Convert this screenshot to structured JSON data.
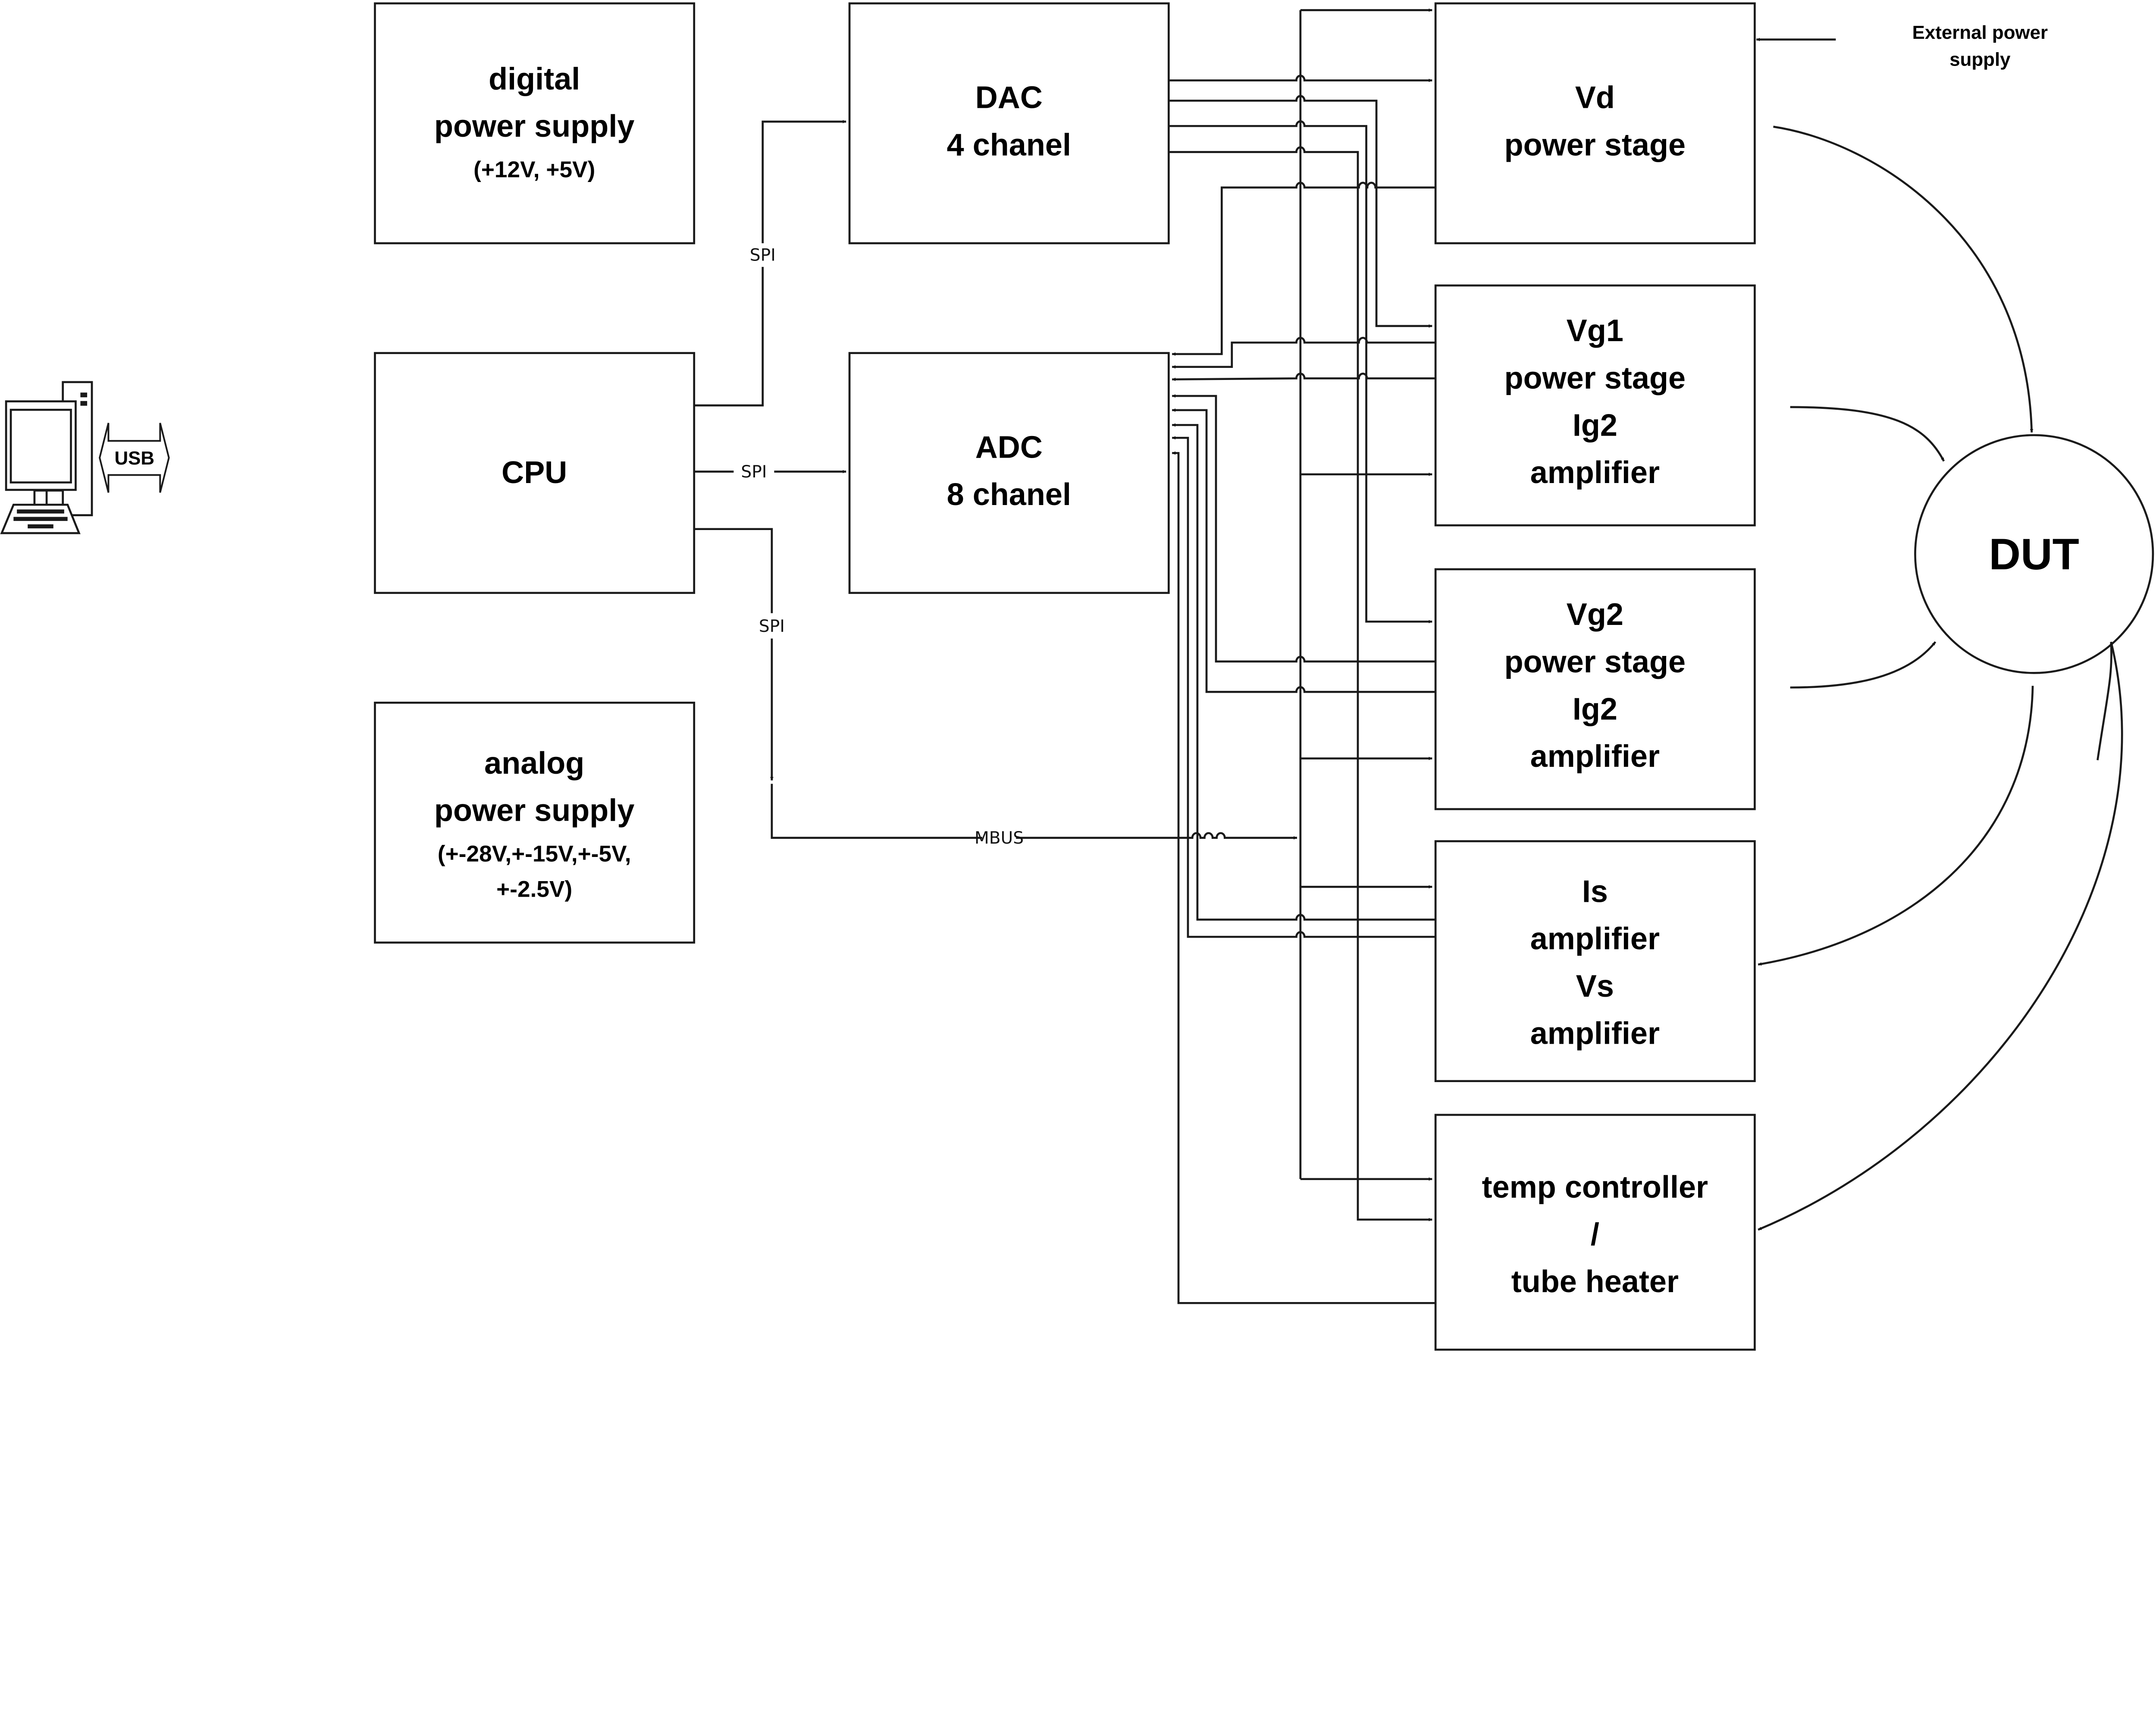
{
  "diagram": {
    "title": "Measurement system block diagram",
    "host": {
      "icon": "desktop-computer-icon",
      "link_label": "USB"
    },
    "blocks": {
      "digital_ps": {
        "lines": [
          "digital",
          "power supply",
          "(+12V, +5V)"
        ]
      },
      "cpu": {
        "lines": [
          "CPU"
        ]
      },
      "analog_ps": {
        "lines": [
          "analog",
          "power supply",
          "(+-28V,+-15V,+-5V,",
          "+-2.5V)"
        ]
      },
      "dac": {
        "lines": [
          "DAC",
          "4 chanel"
        ]
      },
      "adc": {
        "lines": [
          "ADC",
          "8 chanel"
        ]
      },
      "vd": {
        "lines": [
          "Vd",
          "power stage"
        ]
      },
      "vg1": {
        "lines": [
          "Vg1",
          "power stage",
          "Ig2",
          "amplifier"
        ]
      },
      "vg2": {
        "lines": [
          "Vg2",
          "power stage",
          "Ig2",
          "amplifier"
        ]
      },
      "is": {
        "lines": [
          "Is",
          "amplifier",
          "Vs",
          "amplifier"
        ]
      },
      "temp": {
        "lines": [
          "temp controller",
          "/",
          "tube heater"
        ]
      },
      "dut": {
        "lines": [
          "DUT"
        ]
      }
    },
    "bus_labels": {
      "spi_dac": "SPI",
      "spi_adc": "SPI",
      "spi_mbus": "SPI",
      "mbus": "MBUS"
    },
    "external_supply": [
      "External power",
      "supply"
    ],
    "connections": [
      {
        "from": "PC",
        "to": "CPU",
        "label": "USB",
        "direction": "bidirectional"
      },
      {
        "from": "CPU",
        "to": "DAC",
        "label": "SPI"
      },
      {
        "from": "CPU",
        "to": "ADC",
        "label": "SPI"
      },
      {
        "from": "CPU",
        "to": "MBUS",
        "label": "SPI"
      },
      {
        "from": "DAC",
        "to": "Vd power stage"
      },
      {
        "from": "DAC",
        "to": "Vg1 power stage"
      },
      {
        "from": "DAC",
        "to": "Vg2 power stage"
      },
      {
        "from": "MBUS",
        "to": "Vd / Vg1 / Vg2 / Is / temp controller"
      },
      {
        "from": "Vd power stage",
        "to": "ADC"
      },
      {
        "from": "Vg1 power stage",
        "to": "ADC"
      },
      {
        "from": "Vg2 power stage",
        "to": "ADC"
      },
      {
        "from": "Is/Vs amplifier",
        "to": "ADC"
      },
      {
        "from": "temp controller",
        "to": "ADC"
      },
      {
        "from": "External power supply",
        "to": "Vd power stage"
      },
      {
        "from": "Vd power stage",
        "to": "DUT"
      },
      {
        "from": "Vg1 power stage",
        "to": "DUT"
      },
      {
        "from": "Vg2 power stage",
        "to": "DUT"
      },
      {
        "from": "DUT",
        "to": "Is/Vs amplifier"
      },
      {
        "from": "temp controller",
        "to": "DUT",
        "direction": "bidirectional"
      }
    ]
  }
}
